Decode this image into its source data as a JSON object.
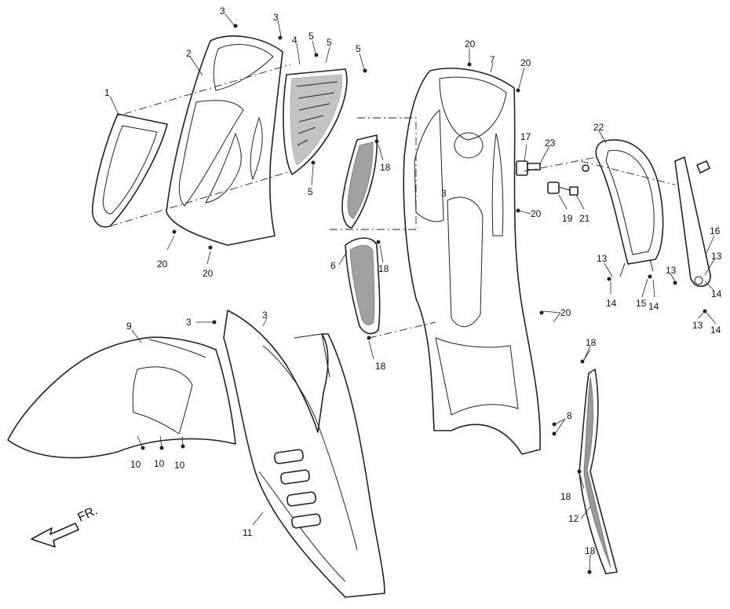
{
  "callouts": {
    "c1": "1",
    "c2": "2",
    "c3a": "3",
    "c3b": "3",
    "c3c": "3",
    "c3d": "3",
    "c3e": "3",
    "c4": "4",
    "c5a": "5",
    "c5b": "5",
    "c5c": "5",
    "c5d": "5",
    "c6": "6",
    "c7": "7",
    "c8": "8",
    "c9": "9",
    "c10a": "10",
    "c10b": "10",
    "c10c": "10",
    "c11": "11",
    "c12": "12",
    "c13a": "13",
    "c13b": "13",
    "c13c": "13",
    "c13d": "13",
    "c14a": "14",
    "c14b": "14",
    "c14c": "14",
    "c14d": "14",
    "c15": "15",
    "c16": "16",
    "c17": "17",
    "c18a": "18",
    "c18b": "18",
    "c18c": "18",
    "c18d": "18",
    "c18e": "18",
    "c18f": "18",
    "c19": "19",
    "c20a": "20",
    "c20b": "20",
    "c20c": "20",
    "c20d": "20",
    "c20e": "20",
    "c20f": "20",
    "c21": "21",
    "c22": "22",
    "c23": "23"
  },
  "direction_label": "FR."
}
